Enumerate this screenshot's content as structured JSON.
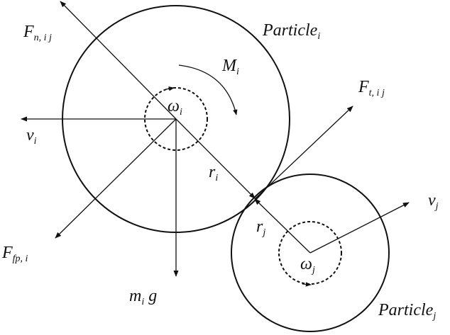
{
  "labels": {
    "particle_i": {
      "base": "Particle",
      "sub": "i"
    },
    "particle_j": {
      "base": "Particle",
      "sub": "j"
    },
    "f_normal": {
      "base": "F",
      "sub": "n, i j"
    },
    "f_tangent": {
      "base": "F",
      "sub": "t, i j"
    },
    "f_fp": {
      "base": "F",
      "sub": "fp, i"
    },
    "moment": {
      "base": "M",
      "sub": "i"
    },
    "omega_i": {
      "base": "ω",
      "sub": "i"
    },
    "omega_j": {
      "base": "ω",
      "sub": "j"
    },
    "velocity_i": {
      "base": "v",
      "sub": "i"
    },
    "velocity_j": {
      "base": "v",
      "sub": "j"
    },
    "radius_i": {
      "base": "r",
      "sub": "i"
    },
    "radius_j": {
      "base": "r",
      "sub": "j"
    },
    "gravity": {
      "base": "m",
      "sub": "i",
      "tail": " g"
    }
  }
}
